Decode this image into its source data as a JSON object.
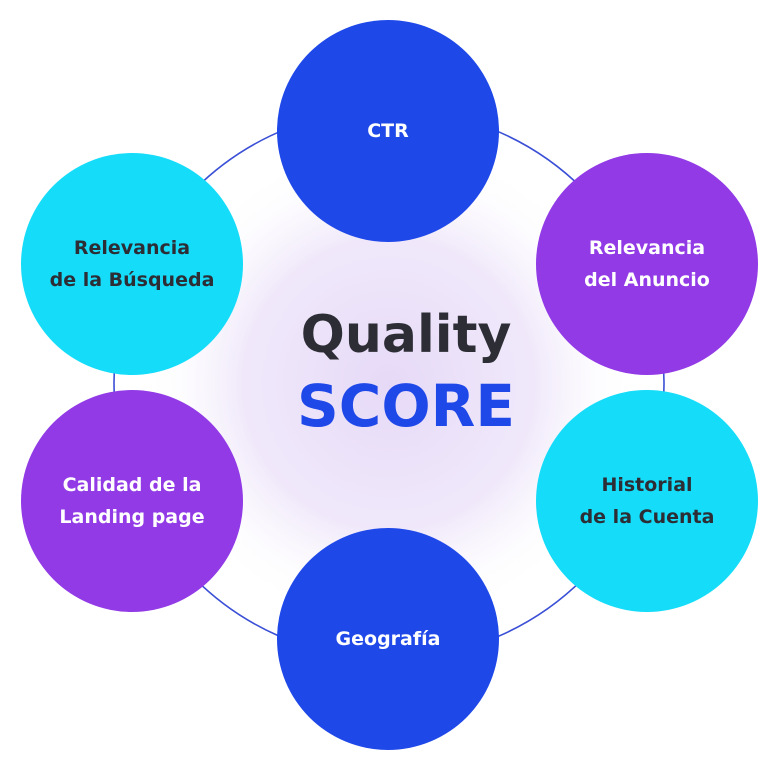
{
  "center": {
    "line1": "Quality",
    "line2": "SCORE"
  },
  "nodes": [
    {
      "label": "CTR",
      "fill": "#1f48e9",
      "text_color": "#ffffff"
    },
    {
      "label": "Relevancia\ndel Anuncio",
      "fill": "#913ae6",
      "text_color": "#ffffff"
    },
    {
      "label": "Historial\nde la Cuenta",
      "fill": "#14dcf9",
      "text_color": "#2d2d35"
    },
    {
      "label": "Geografía",
      "fill": "#1f48e9",
      "text_color": "#ffffff"
    },
    {
      "label": "Calidad de la\nLanding page",
      "fill": "#913ae6",
      "text_color": "#ffffff"
    },
    {
      "label": "Relevancia\nde la Búsqueda",
      "fill": "#14dcf9",
      "text_color": "#2d2d35"
    }
  ],
  "colors": {
    "ring": "#3a4fd6",
    "glow": "#e6d9f7",
    "title_dark": "#2d2d35",
    "title_blue": "#1f48e9"
  }
}
